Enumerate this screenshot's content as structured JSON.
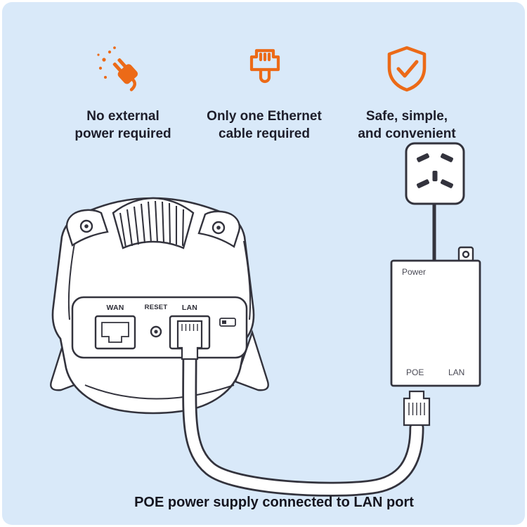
{
  "colors": {
    "background": "#d9e9f9",
    "accent": "#ec6a17",
    "ink": "#1d1d2a",
    "line_art": "#33333d"
  },
  "features": [
    {
      "icon": "unplugged-power-plug-icon",
      "line1": "No external",
      "line2": "power required"
    },
    {
      "icon": "ethernet-cable-icon",
      "line1": "Only one Ethernet",
      "line2": "cable required"
    },
    {
      "icon": "shield-check-icon",
      "line1": "Safe, simple,",
      "line2": "and convenient"
    }
  ],
  "device": {
    "wan_label": "WAN",
    "reset_label": "RESET",
    "lan_label": "LAN"
  },
  "injector": {
    "power_label": "Power",
    "poe_label": "POE",
    "lan_label": "LAN"
  },
  "caption": "POE power supply connected to LAN port"
}
